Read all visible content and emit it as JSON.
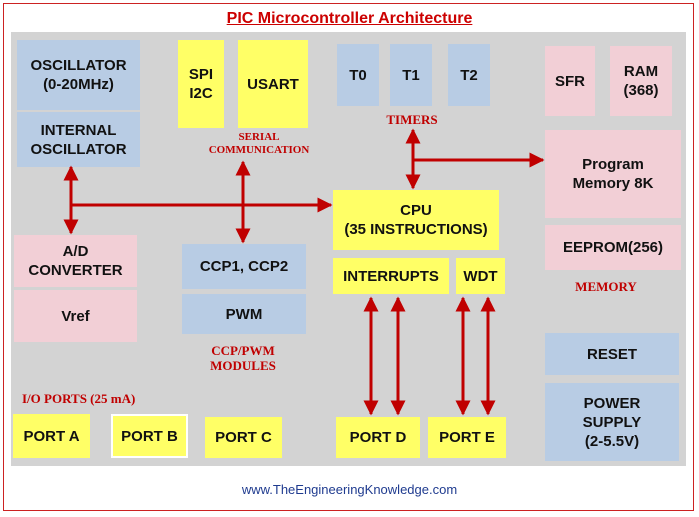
{
  "title": "PIC Microcontroller Architecture",
  "blocks": {
    "oscillator": "OSCILLATOR\n(0-20MHz)",
    "internal_osc": "INTERNAL\nOSCILLATOR",
    "spi": "SPI\nI2C",
    "usart": "USART",
    "t0": "T0",
    "t1": "T1",
    "t2": "T2",
    "sfr": "SFR",
    "ram": "RAM\n(368)",
    "program_memory": "Program\nMemory 8K",
    "eeprom": "EEPROM(256)",
    "cpu": "CPU\n(35 INSTRUCTIONS)",
    "adc": "A/D\nCONVERTER",
    "vref": "Vref",
    "ccp": "CCP1, CCP2",
    "pwm": "PWM",
    "interrupts": "INTERRUPTS",
    "wdt": "WDT",
    "reset": "RESET",
    "power": "POWER\nSUPPLY\n(2-5.5V)",
    "port_a": "PORT A",
    "port_b": "PORT B",
    "port_c": "PORT C",
    "port_d": "PORT D",
    "port_e": "PORT E"
  },
  "labels": {
    "serial": "SERIAL\nCOMMUNICATION",
    "timers": "TIMERS",
    "memory": "MEMORY",
    "ccp_pwm": "CCP/PWM\nMODULES",
    "io_ports": "I/O PORTS (25 mA)"
  },
  "footer": "www.TheEngineeringKnowledge.com",
  "colors": {
    "blue_block": "#b8cce4",
    "pink_block": "#f2cfd6",
    "yellow_block": "#ffff66",
    "background": "#d3d3d3",
    "arrow": "#c00000",
    "label_red": "#c00000"
  }
}
